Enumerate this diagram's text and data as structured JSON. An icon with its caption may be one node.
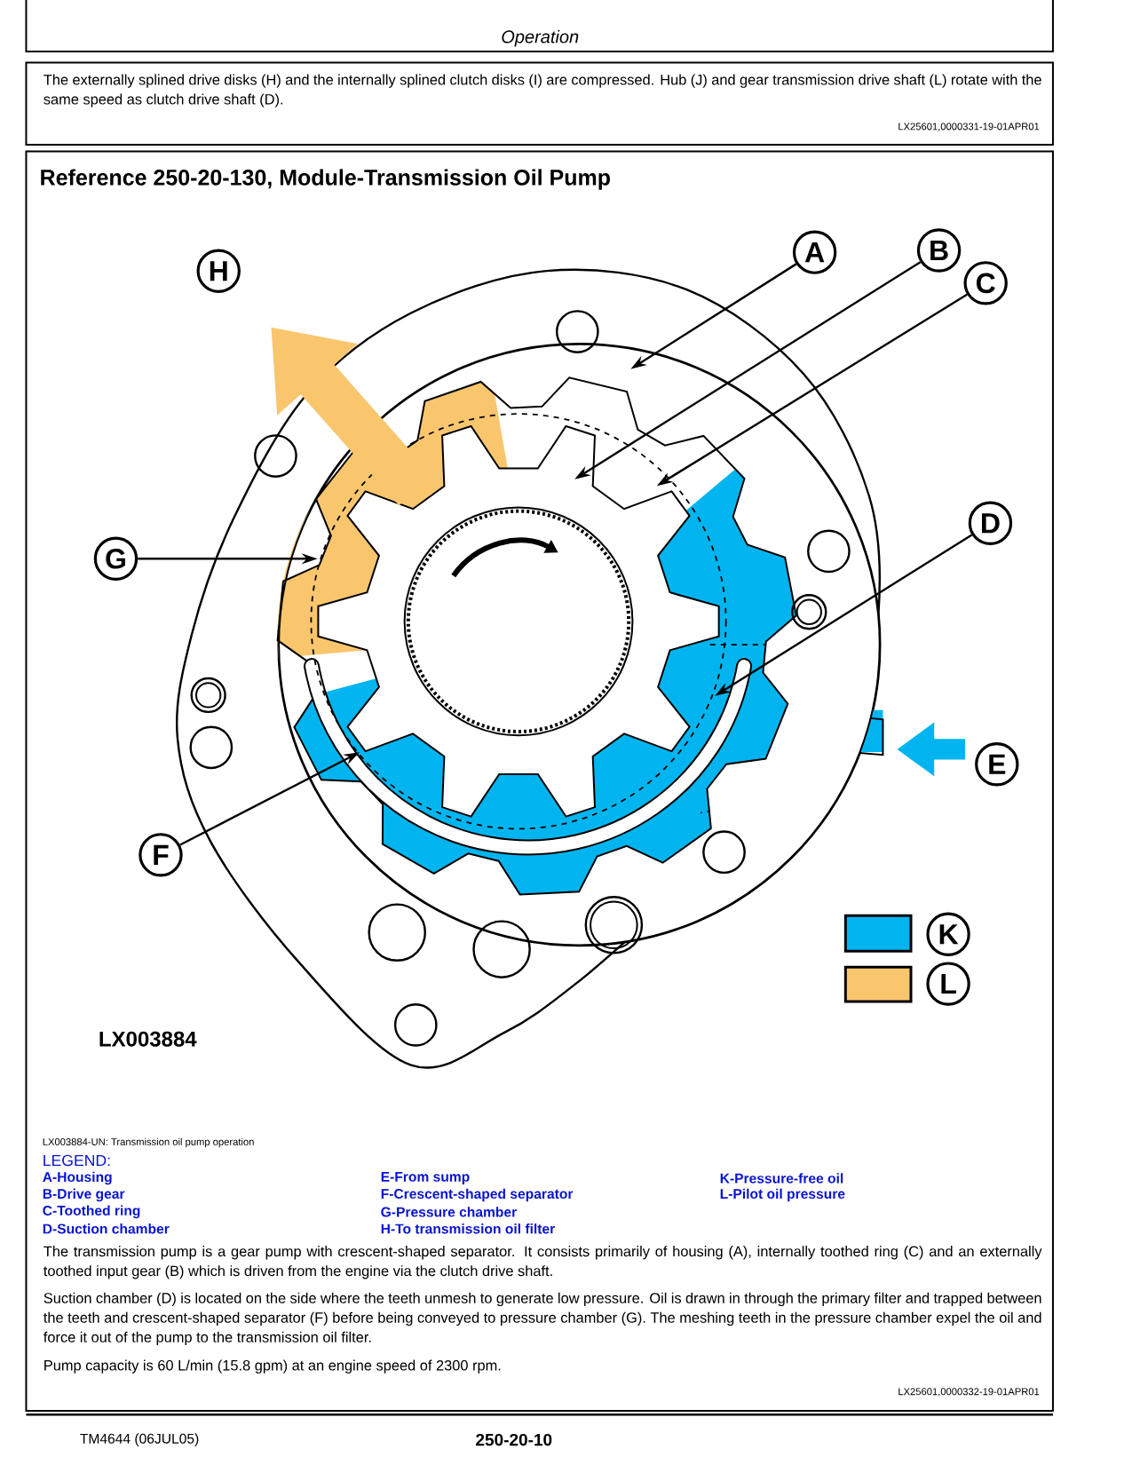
{
  "diagram": {
    "title": "Reference 250-20-130, Module-Transmission Oil Pump",
    "nodes": [
      {
        "text": [
          "A"
        ]
      },
      {
        "text": [
          "B"
        ]
      },
      {
        "text": [
          "C"
        ]
      },
      {
        "text": [
          "D"
        ]
      },
      {
        "text": [
          "E"
        ]
      },
      {
        "text": [
          "F"
        ]
      },
      {
        "text": [
          "G"
        ]
      },
      {
        "text": [
          "H"
        ]
      }
    ],
    "edges": [
      {
        "from": 0,
        "to": null,
        "arrow": "to"
      },
      {
        "from": 1,
        "to": null,
        "arrow": "to"
      },
      {
        "from": 2,
        "to": null,
        "arrow": "to"
      },
      {
        "from": 3,
        "to": null,
        "arrow": "to"
      },
      {
        "from": 5,
        "to": null,
        "arrow": "to"
      },
      {
        "from": 6,
        "to": null,
        "arrow": "to"
      }
    ],
    "labels": [
      "Operation",
      "The externally splined drive disks (H) and the internally splined clutch disks (I) are compressed. Hub (J) and gear transmission drive shaft (L) rotate with the same speed as clutch drive shaft (D).",
      "LX25601,0000331-19-01APR01",
      "LX003884",
      "LX003884-UN: Transmission oil pump operation",
      "LEGEND:",
      "A-Housing",
      "E-From sump",
      "K-Pressure-free oil",
      "B-Drive gear",
      "F-Crescent-shaped separator",
      "L-Pilot oil pressure",
      "C-Toothed ring",
      "G-Pressure chamber",
      "D-Suction chamber",
      "H-To transmission oil filter",
      "The transmission pump is a gear pump with crescent-shaped separator. It consists primarily of housing (A), internally toothed ring (C) and an externally toothed input gear (B) which is driven from the engine via the clutch drive shaft.",
      "Suction chamber (D) is located on the side where the teeth unmesh to generate low pressure. Oil is drawn in through the primary filter and trapped between the teeth and crescent-shaped separator (F) before being conveyed to pressure chamber (G). The meshing teeth in the pressure chamber expel the oil and force it out of the pump to the transmission oil filter.",
      "Pump capacity is 60 L/min (15.8 gpm) at an engine speed of 2300 rpm.",
      "LX25601,0000332-19-01APR01",
      "TM4644 (06JUL05)",
      "250-20-10"
    ],
    "legend": [
      {
        "text": "K",
        "color": "#00b5ef"
      },
      {
        "text": "L",
        "color": "#f9c66e"
      }
    ]
  }
}
